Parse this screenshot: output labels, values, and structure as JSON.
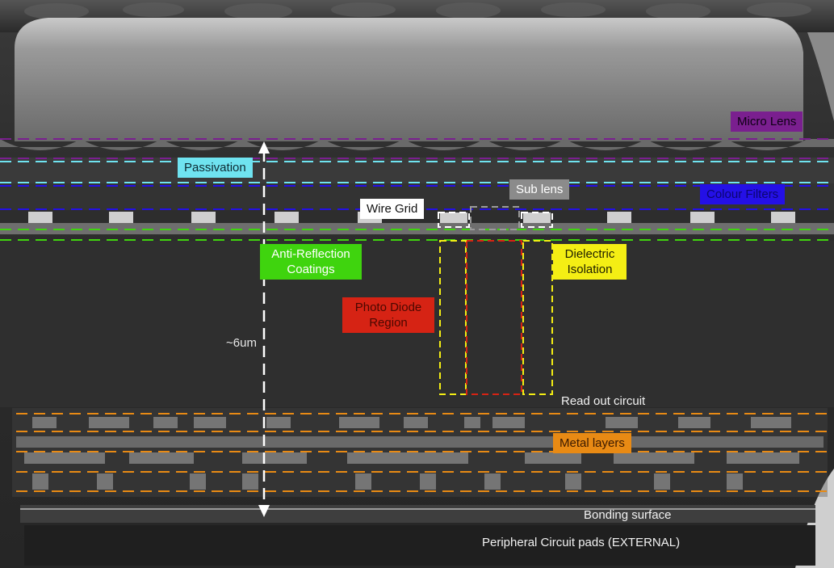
{
  "colors": {
    "micro_lens": "#7a1f8f",
    "passivation": "#6fe3f0",
    "sub_lens": "#8b8b8b",
    "colour_filters": "#2410e6",
    "wire_grid": "#ffffff",
    "anti_reflection": "#3fd40e",
    "dielectric_isolation": "#f4ee14",
    "photo_diode": "#d62314",
    "metal_layers": "#e88a14"
  },
  "labels": {
    "micro_lens": "Micro Lens",
    "passivation": "Passivation",
    "sub_lens": "Sub lens",
    "colour_filters": "Colour Filters",
    "wire_grid": "Wire Grid",
    "anti_reflection": "Anti-Reflection Coatings",
    "dielectric_isolation": "Dielectric Isolation",
    "photo_diode": "Photo Diode Region",
    "metal_layers": "Metal layers",
    "scale": "~6um",
    "read_out": "Read out circuit",
    "bonding": "Bonding surface",
    "peripheral": "Peripheral Circuit pads (EXTERNAL)"
  }
}
